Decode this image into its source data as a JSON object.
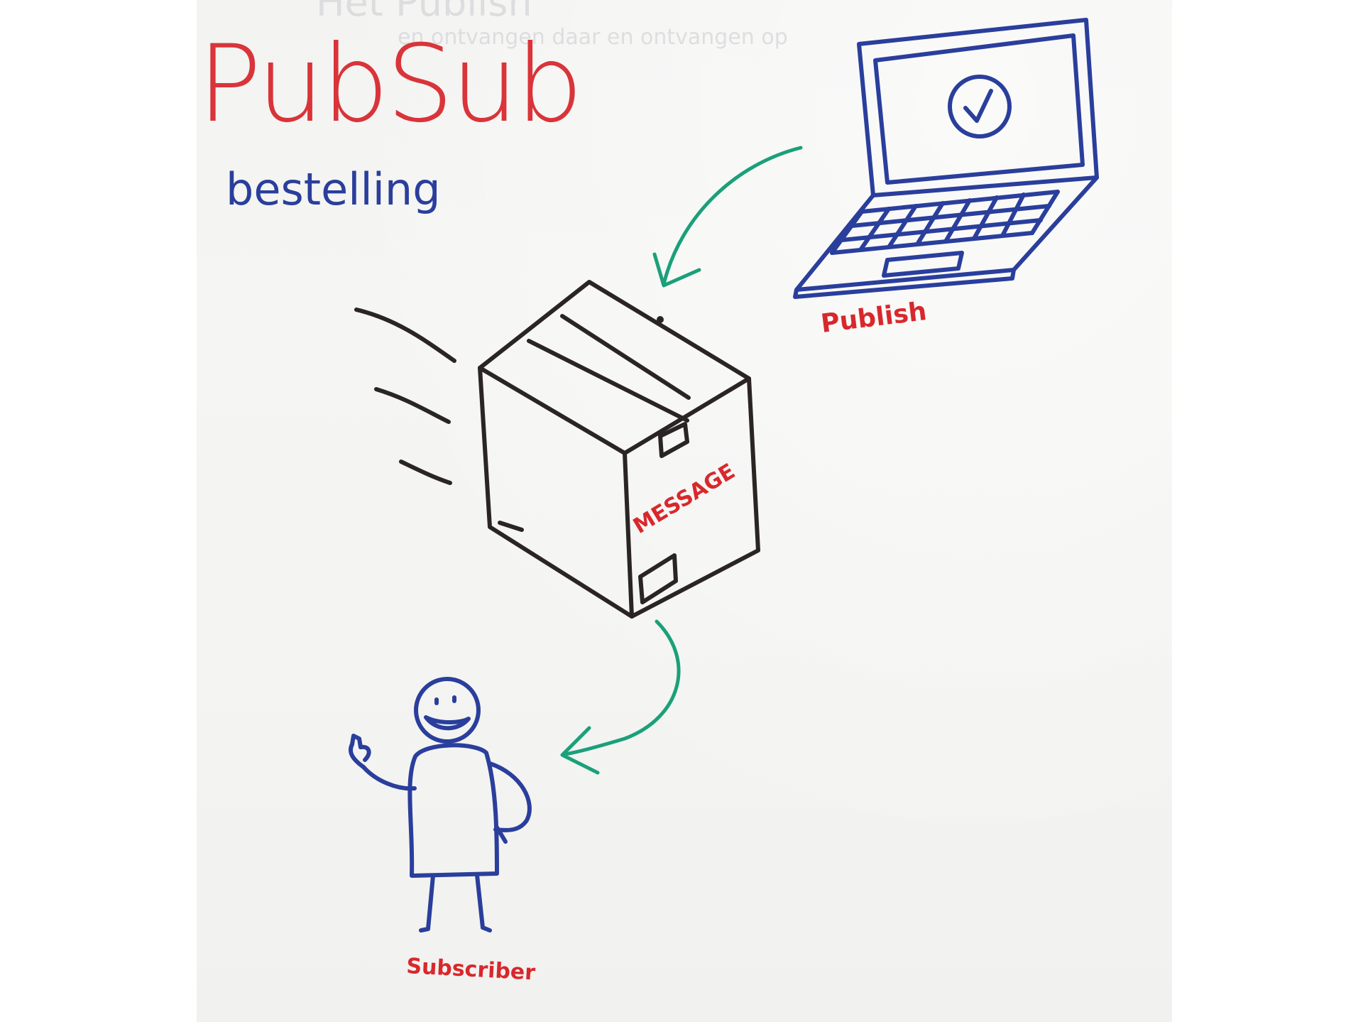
{
  "title": "PubSub",
  "subtitle": "bestelling",
  "labels": {
    "publish": "Publish",
    "message": "MESSAGE",
    "subscriber": "Subscriber"
  },
  "ghost_text": {
    "line1": "Het Publish",
    "line2": "en ontvangen daar en ontvangen op"
  },
  "colors": {
    "title_red": "#d9343a",
    "marker_blue": "#2a3e9c",
    "marker_red": "#d8282c",
    "marker_black": "#2a2523",
    "marker_green": "#1aa07a",
    "paper": "#f4f4f2"
  },
  "icons": {
    "laptop": "laptop-icon",
    "checkmark": "checkmark-icon",
    "box": "package-icon",
    "person": "stick-figure-icon"
  }
}
